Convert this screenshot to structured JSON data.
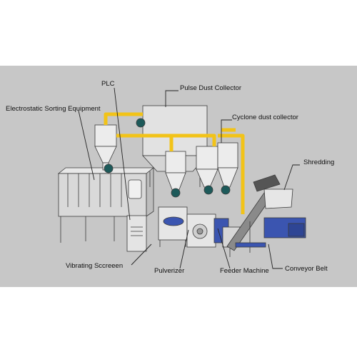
{
  "colors": {
    "background": "#c7c7c7",
    "pipe": "#f2c318",
    "machine_blue": "#3b55b0",
    "machine_gray": "#dedede",
    "outline": "#3a3a3a"
  },
  "labels": {
    "plc": "PLC",
    "pulse_dust_collector": "Pulse Dust Collector",
    "electrostatic_sorting": "Electrostatic Sorting Equipment",
    "cyclone_dust_collector": "Cyclone dust collector",
    "shredding": "Shredding",
    "vibrating_screen": "Vibrating Sccreeen",
    "pulverizer": "Pulverizer",
    "feeder_machine": "Feeder Machine",
    "conveyor_belt": "Conveyor Belt"
  }
}
